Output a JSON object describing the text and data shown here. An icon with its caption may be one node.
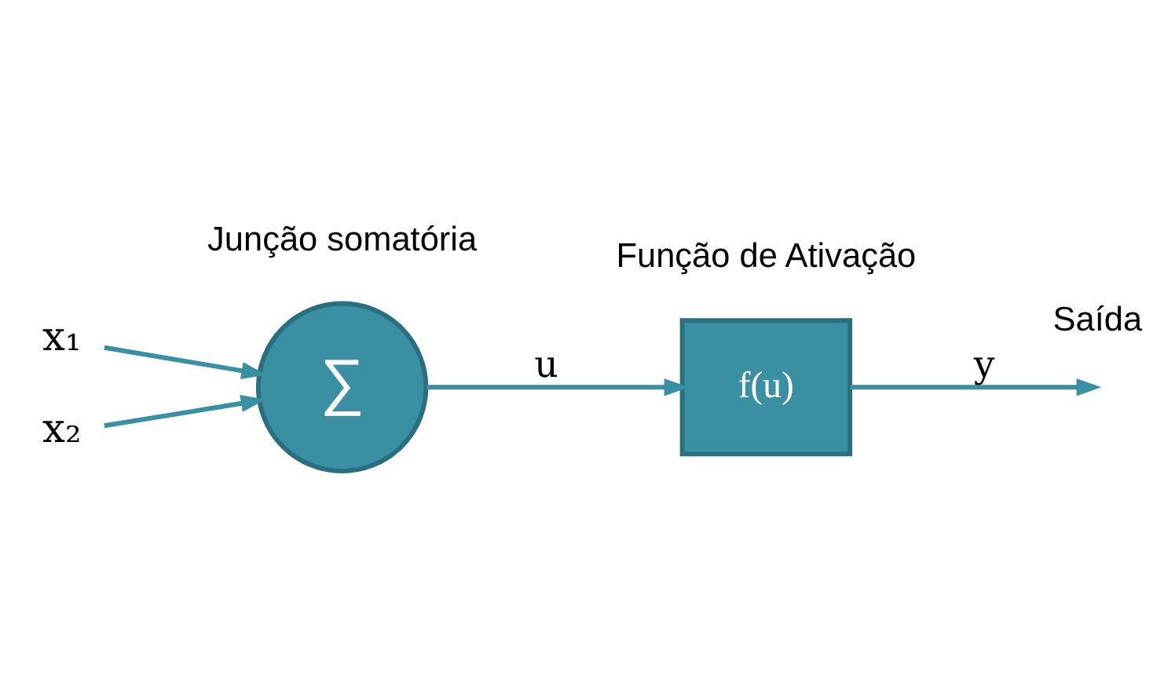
{
  "diagram": {
    "nodes": [
      {
        "text": [
          "x₁"
        ]
      },
      {
        "text": [
          "x₂"
        ]
      },
      {
        "text": [
          "∑"
        ],
        "beside": [
          "Junção somatória"
        ]
      },
      {
        "text": [
          "f(u)"
        ],
        "beside": [
          "Função de Ativação"
        ]
      }
    ],
    "edges": [
      {
        "from": 0,
        "to": 2,
        "arrow": "to"
      },
      {
        "from": 1,
        "to": 2,
        "arrow": "to"
      },
      {
        "from": 2,
        "to": 3,
        "arrow": "to",
        "label": "u"
      },
      {
        "from": 3,
        "to": null,
        "arrow": "to",
        "label": "y"
      }
    ],
    "labels": [
      "Saída"
    ]
  }
}
